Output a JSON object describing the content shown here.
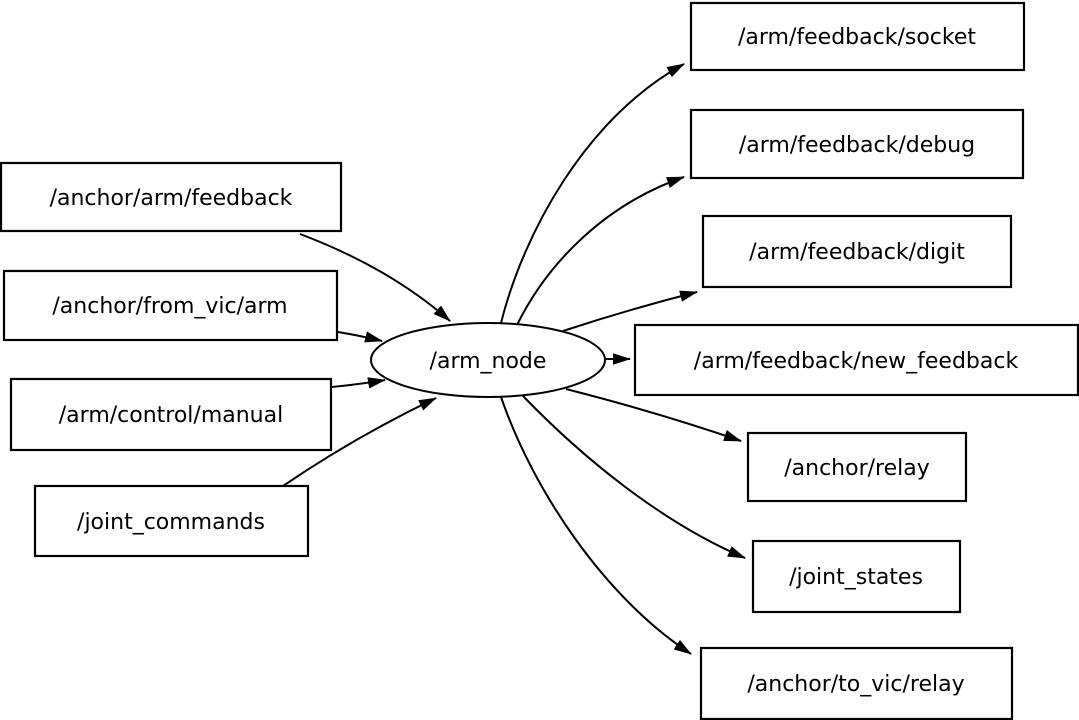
{
  "graph": {
    "colors": {
      "background": "#ffffff",
      "node_fill": "#ffffff",
      "stroke": "#000000",
      "text": "#000000"
    },
    "center_node": {
      "label": "/arm_node",
      "shape": "ellipse"
    },
    "input_topics": [
      {
        "label": "/anchor/arm/feedback"
      },
      {
        "label": "/anchor/from_vic/arm"
      },
      {
        "label": "/arm/control/manual"
      },
      {
        "label": "/joint_commands"
      }
    ],
    "output_topics": [
      {
        "label": "/arm/feedback/socket"
      },
      {
        "label": "/arm/feedback/debug"
      },
      {
        "label": "/arm/feedback/digit"
      },
      {
        "label": "/arm/feedback/new_feedback"
      },
      {
        "label": "/anchor/relay"
      },
      {
        "label": "/joint_states"
      },
      {
        "label": "/anchor/to_vic/relay"
      }
    ],
    "edges": [
      {
        "from": "/anchor/arm/feedback",
        "to": "/arm_node"
      },
      {
        "from": "/anchor/from_vic/arm",
        "to": "/arm_node"
      },
      {
        "from": "/arm/control/manual",
        "to": "/arm_node"
      },
      {
        "from": "/joint_commands",
        "to": "/arm_node"
      },
      {
        "from": "/arm_node",
        "to": "/arm/feedback/socket"
      },
      {
        "from": "/arm_node",
        "to": "/arm/feedback/debug"
      },
      {
        "from": "/arm_node",
        "to": "/arm/feedback/digit"
      },
      {
        "from": "/arm_node",
        "to": "/arm/feedback/new_feedback"
      },
      {
        "from": "/arm_node",
        "to": "/anchor/relay"
      },
      {
        "from": "/arm_node",
        "to": "/joint_states"
      },
      {
        "from": "/arm_node",
        "to": "/anchor/to_vic/relay"
      }
    ]
  }
}
